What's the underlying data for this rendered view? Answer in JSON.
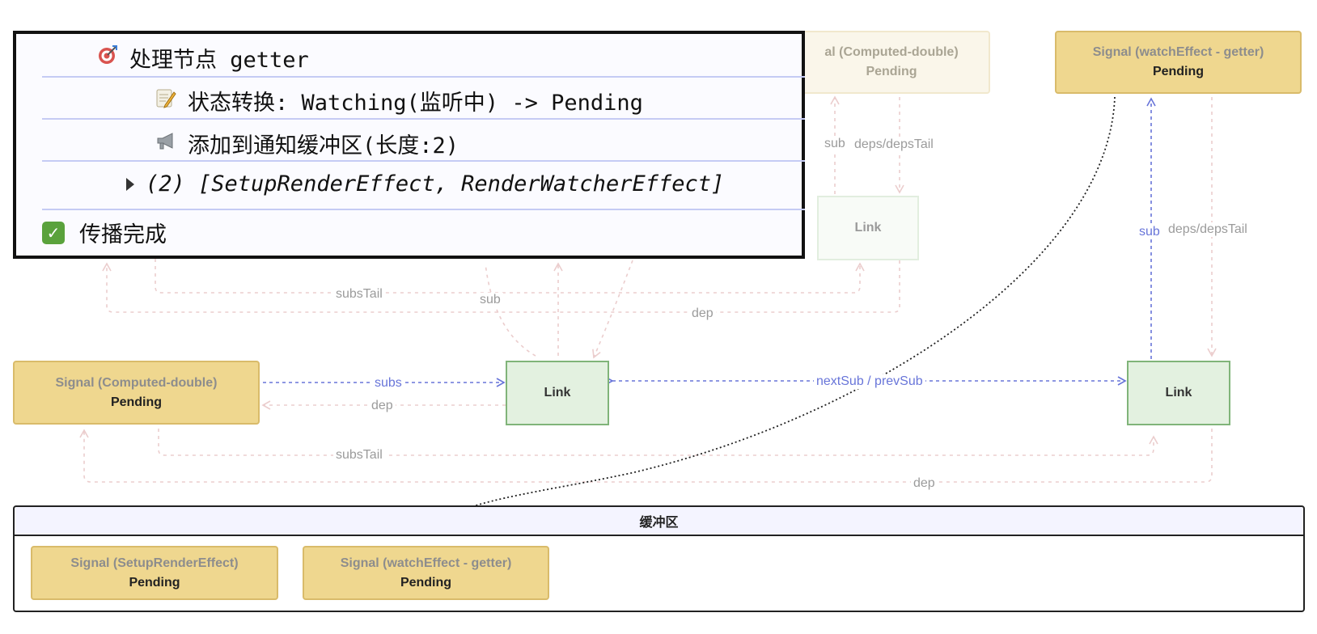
{
  "nodes": {
    "computed_top": {
      "title": "Signal (Computed-double)",
      "title_visible": "al (Computed-double)",
      "status": "Pending"
    },
    "watch_top": {
      "title": "Signal (watchEffect - getter)",
      "status": "Pending"
    },
    "link_top_right": {
      "label": "Link"
    },
    "computed_mid": {
      "title": "Signal (Computed-double)",
      "status": "Pending"
    },
    "link_center": {
      "label": "Link"
    },
    "link_right": {
      "label": "Link"
    }
  },
  "edge_labels": {
    "sub_top": "sub",
    "deps_tail_top": "deps/depsTail",
    "sub_right": "sub",
    "deps_tail_right": "deps/depsTail",
    "subs_tail_upper": "subsTail",
    "sub_upper": "sub",
    "dep_upper": "dep",
    "subs_mid": "subs",
    "dep_mid": "dep",
    "next_prev_sub": "nextSub / prevSub",
    "subs_tail_lower": "subsTail",
    "dep_lower": "dep"
  },
  "buffer": {
    "title": "缓冲区",
    "items": [
      {
        "title": "Signal (SetupRenderEffect)",
        "status": "Pending"
      },
      {
        "title": "Signal (watchEffect - getter)",
        "status": "Pending"
      }
    ]
  },
  "console": {
    "line1": "处理节点 getter",
    "line2": "状态转换: Watching(监听中) -> Pending",
    "line3": "添加到通知缓冲区(长度:2)",
    "line4": "(2) [SetupRenderEffect, RenderWatcherEffect]",
    "line5": "传播完成",
    "icons": [
      "target-icon",
      "memo-icon",
      "megaphone-icon",
      "expand-triangle-icon",
      "checkmark-icon"
    ]
  },
  "colors": {
    "signal_fill": "#efd78f",
    "link_fill": "#e3f1e0",
    "link_border": "#80b479",
    "active_edge": "#6875d9",
    "faint_edge": "#e8c9c9"
  }
}
